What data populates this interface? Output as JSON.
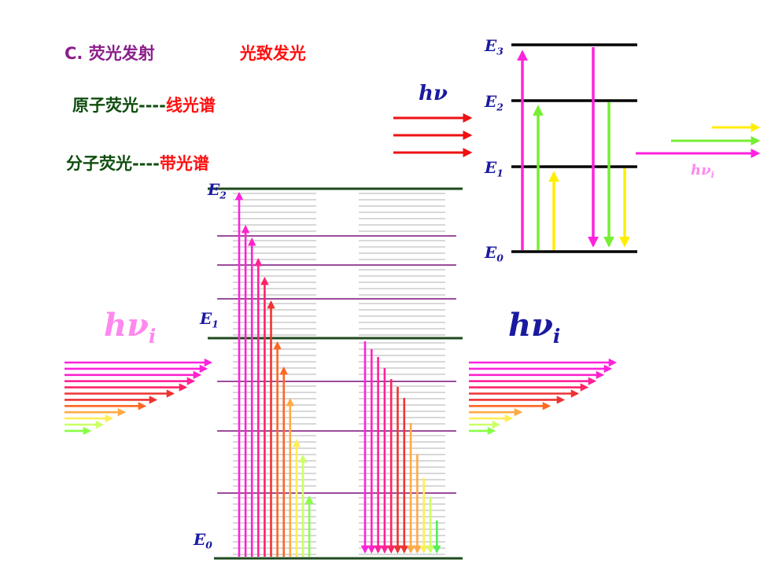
{
  "heading": {
    "prefix": "C.",
    "topic": "荧光发射",
    "subtitle": "光致发光"
  },
  "lines": {
    "atomic": {
      "term": "原子荧光----",
      "spectrum": "线光谱"
    },
    "molecular": {
      "term": "分子荧光----",
      "spectrum": "带光谱"
    }
  },
  "symbols": {
    "h": "h",
    "nu": "ν",
    "E": "E",
    "i": "i"
  },
  "atomic_levels": [
    "0",
    "1",
    "2",
    "3"
  ],
  "molecular_levels": [
    "0",
    "1",
    "2"
  ],
  "colors": {
    "excitation": "#ee1111",
    "magenta": "#ff22dd",
    "green": "#77ee33",
    "yellow": "#ffee00",
    "label_pink": "#ff88ee",
    "label_blue": "#1a1aa0",
    "level_line": "#1e4a1e",
    "vib_line": "#7a127a",
    "rot_line": "#999999",
    "spectrum": [
      "#ff22dd",
      "#ff22cc",
      "#ff2299",
      "#ff2266",
      "#ee3333",
      "#ff6622",
      "#ffaa44",
      "#ffee55",
      "#ccff66",
      "#88ff44",
      "#55ee55"
    ]
  }
}
